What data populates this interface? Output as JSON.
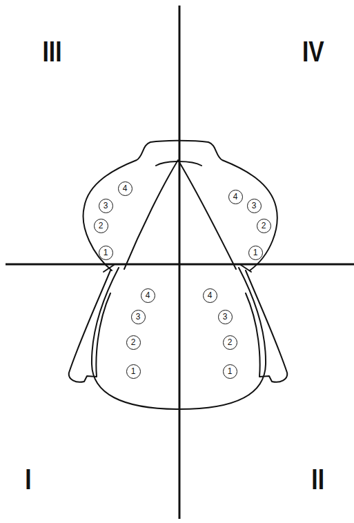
{
  "diagram": {
    "nodes": [
      {
        "text": [
          "4"
        ]
      },
      {
        "text": [
          "3"
        ]
      },
      {
        "text": [
          "2"
        ]
      },
      {
        "text": [
          "1"
        ]
      },
      {
        "text": [
          "4"
        ]
      },
      {
        "text": [
          "3"
        ]
      },
      {
        "text": [
          "2"
        ]
      },
      {
        "text": [
          "1"
        ]
      },
      {
        "text": [
          "4"
        ]
      },
      {
        "text": [
          "3"
        ]
      },
      {
        "text": [
          "2"
        ]
      },
      {
        "text": [
          "1"
        ]
      },
      {
        "text": [
          "4"
        ]
      },
      {
        "text": [
          "3"
        ]
      },
      {
        "text": [
          "2"
        ]
      },
      {
        "text": [
          "1"
        ]
      }
    ],
    "labels": [
      "III",
      "IV",
      "I",
      "II"
    ]
  }
}
